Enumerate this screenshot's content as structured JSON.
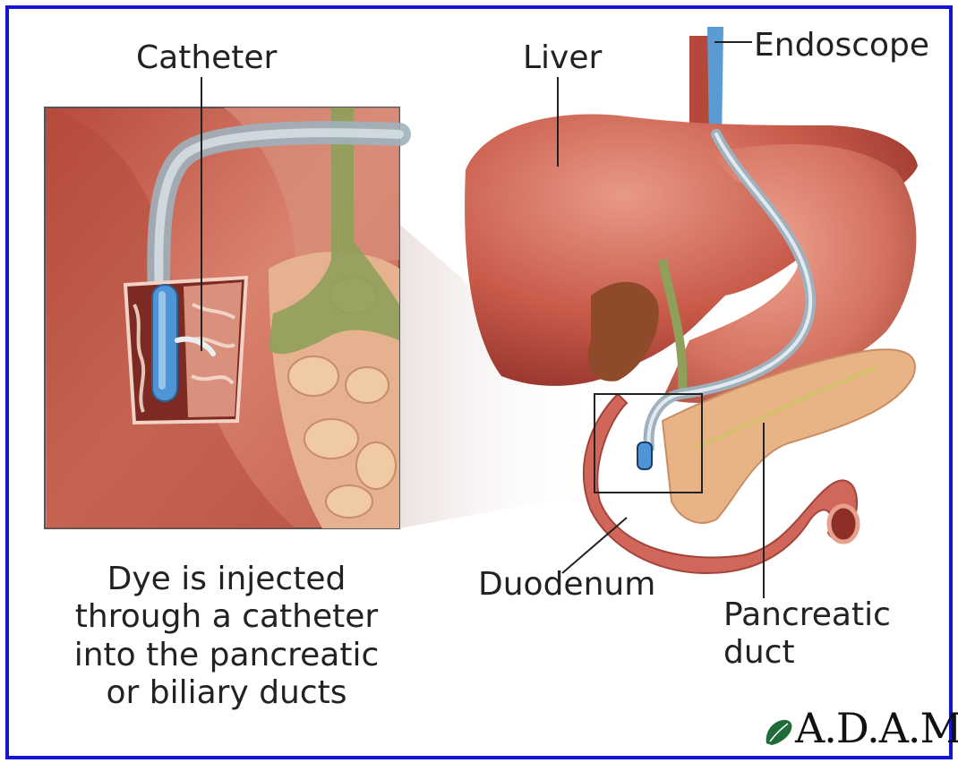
{
  "labels": {
    "catheter": "Catheter",
    "liver": "Liver",
    "endoscope": "Endoscope",
    "duodenum": "Duodenum",
    "pancreatic_duct_line1": "Pancreatic",
    "pancreatic_duct_line2": "duct"
  },
  "caption": {
    "line1": "Dye is injected",
    "line2": "through a catheter",
    "line3": "into the pancreatic",
    "line4": "or biliary ducts"
  },
  "logo": {
    "text": "A.D.A.M."
  },
  "colors": {
    "frame": "#1414d2",
    "tissue": "#c9584a",
    "tissue_light": "#e39a84",
    "bile_duct": "#8fa05a",
    "catheter": "#4f95d6",
    "pancreas": "#e8b486"
  }
}
